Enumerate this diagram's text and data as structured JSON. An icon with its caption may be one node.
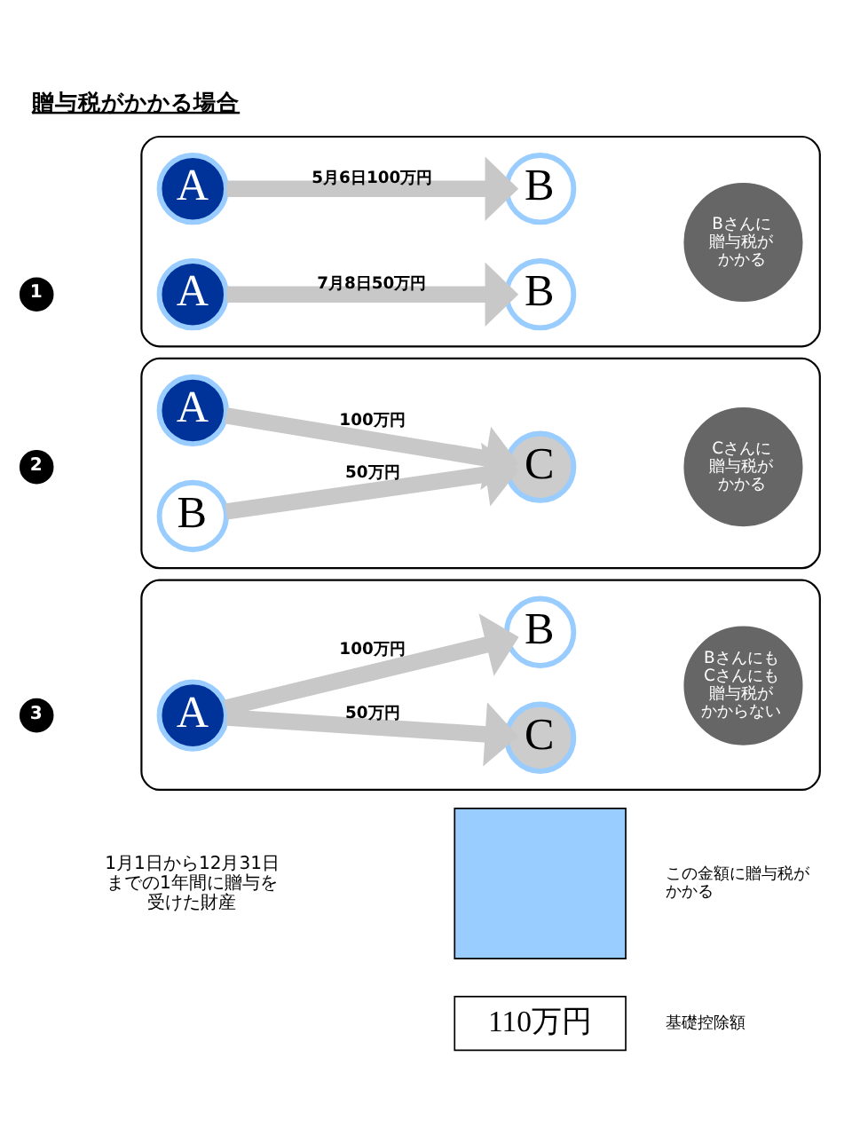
{
  "diagram": {
    "title": "贈与税がかかる場合",
    "nodes": [
      {
        "text": [
          "1"
        ]
      },
      {
        "text": [],
        "shape": "box"
      },
      {
        "text": [
          "A"
        ],
        "in": 1
      },
      {
        "text": [
          "B"
        ],
        "in": 1
      },
      {
        "text": [
          "A"
        ],
        "in": 1
      },
      {
        "text": [
          "B"
        ],
        "in": 1
      },
      {
        "text": [
          "Bさんに贈与税がかかる"
        ],
        "in": 1
      },
      {
        "text": [
          "2"
        ]
      },
      {
        "text": [],
        "shape": "box"
      },
      {
        "text": [
          "A"
        ],
        "in": 8
      },
      {
        "text": [
          "B"
        ],
        "in": 8
      },
      {
        "text": [
          "C"
        ],
        "in": 8
      },
      {
        "text": [
          "Cさんに贈与税がかかる"
        ],
        "in": 8
      },
      {
        "text": [
          "3"
        ]
      },
      {
        "text": [],
        "shape": "box"
      },
      {
        "text": [
          "A"
        ],
        "in": 14
      },
      {
        "text": [
          "B"
        ],
        "in": 14
      },
      {
        "text": [
          "C"
        ],
        "in": 14
      },
      {
        "text": [
          "BさんにもCさんにも贈与税がかからない"
        ],
        "in": 14
      },
      {
        "text": [],
        "shape": "box",
        "beside": [
          "この金額に贈与税がかかる"
        ]
      },
      {
        "text": [
          "110万円"
        ],
        "beside": [
          "基礎控除額"
        ]
      }
    ],
    "edges": [
      {
        "from": 2,
        "to": 3,
        "arrow": "to",
        "label": "5月6日100万円"
      },
      {
        "from": 4,
        "to": 5,
        "arrow": "to",
        "label": "7月8日50万円"
      },
      {
        "from": 9,
        "to": 11,
        "arrow": "to",
        "label": "100万円"
      },
      {
        "from": 10,
        "to": 11,
        "arrow": "to",
        "label": "50万円"
      },
      {
        "from": 15,
        "to": 16,
        "arrow": "to",
        "label": "100万円"
      },
      {
        "from": 15,
        "to": 17,
        "arrow": "to",
        "label": "50万円"
      }
    ],
    "labels": [
      "1月1日から12月31日までの1年間に贈与を受けた財産"
    ]
  }
}
